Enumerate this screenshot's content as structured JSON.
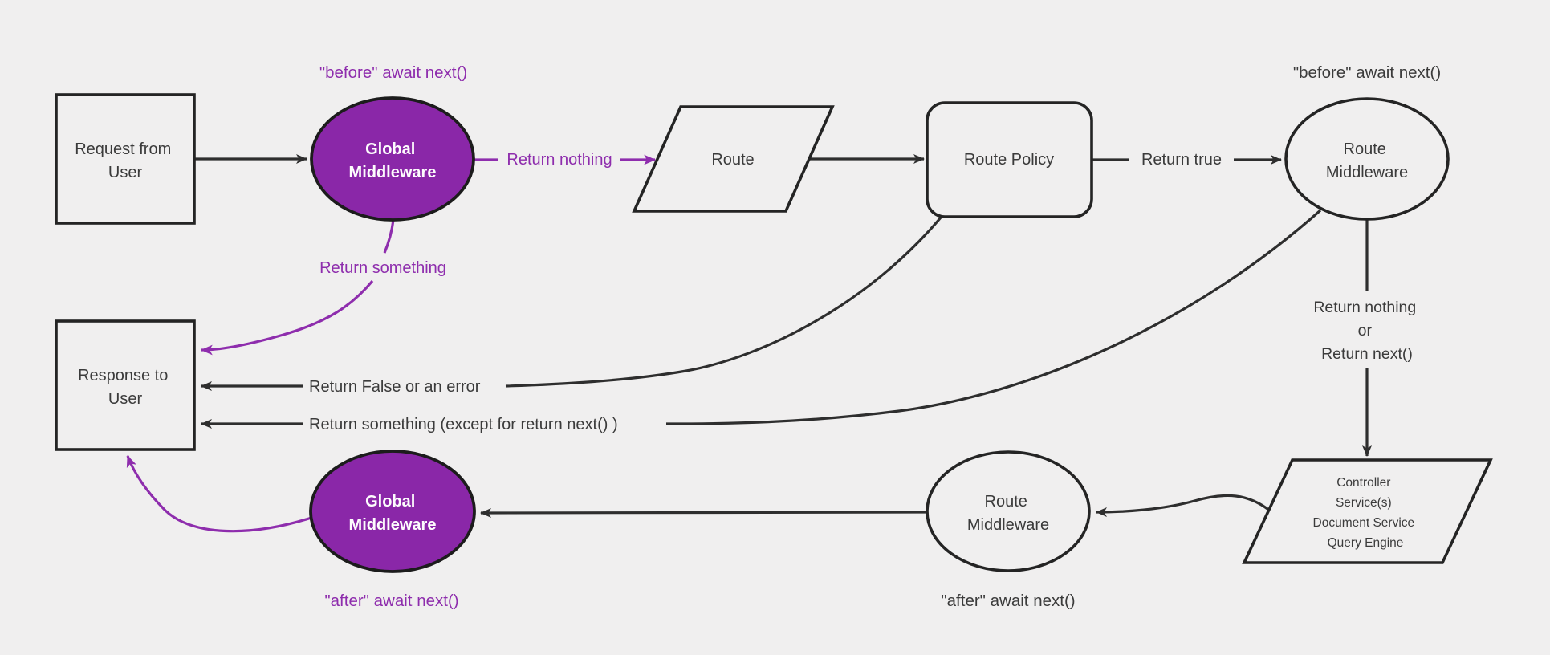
{
  "diagram": {
    "background": "#f0efef",
    "colors": {
      "purple_fill": "#8a27a8",
      "purple_accent": "#8e2dad",
      "stroke_dark": "#2e2e2e",
      "text_dark": "#3b3b3b",
      "node_fill": "#f0efef",
      "white_text": "#fdfcfd"
    },
    "nodes": {
      "request": {
        "lines": [
          "Request from",
          "User"
        ]
      },
      "global_mw_top": {
        "lines": [
          "Global",
          "Middleware"
        ]
      },
      "route": {
        "label": "Route"
      },
      "route_policy": {
        "label": "Route Policy"
      },
      "route_mw_top": {
        "lines": [
          "Route",
          "Middleware"
        ]
      },
      "controller": {
        "lines": [
          "Controller",
          "Service(s)",
          "Document Service",
          "Query Engine"
        ]
      },
      "route_mw_bottom": {
        "lines": [
          "Route",
          "Middleware"
        ]
      },
      "global_mw_bottom": {
        "lines": [
          "Global",
          "Middleware"
        ]
      },
      "response": {
        "lines": [
          "Response to",
          "User"
        ]
      }
    },
    "labels": {
      "before_await_left": "\"before\" await next()",
      "before_await_right": "\"before\" await next()",
      "after_await_left": "\"after\" await next()",
      "after_await_right": "\"after\" await next()",
      "return_nothing": "Return nothing",
      "return_something": "Return something",
      "return_true": "Return true",
      "return_nothing_or": [
        "Return nothing",
        "or",
        "Return next()"
      ],
      "return_false": "Return False or an error",
      "return_except": "Return something (except for return next() )"
    }
  }
}
